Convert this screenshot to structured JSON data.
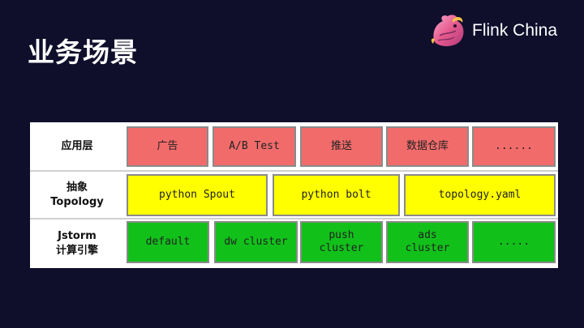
{
  "title": "业务场景",
  "logo": {
    "text": "Flink China",
    "icon": "flink-squirrel-icon"
  },
  "rows": [
    {
      "label": "应用层",
      "color": "#f26b6b",
      "cells": [
        "广告",
        "A/B Test",
        "推送",
        "数据仓库",
        "......"
      ]
    },
    {
      "label": "抽象\nTopology",
      "color": "#ffff00",
      "cells": [
        "python Spout",
        "python bolt",
        "topology.yaml"
      ]
    },
    {
      "label": "Jstorm\n计算引擎",
      "color": "#11c11a",
      "cells": [
        "default",
        "dw cluster",
        "push\ncluster",
        "ads\ncluster",
        "....."
      ]
    }
  ]
}
